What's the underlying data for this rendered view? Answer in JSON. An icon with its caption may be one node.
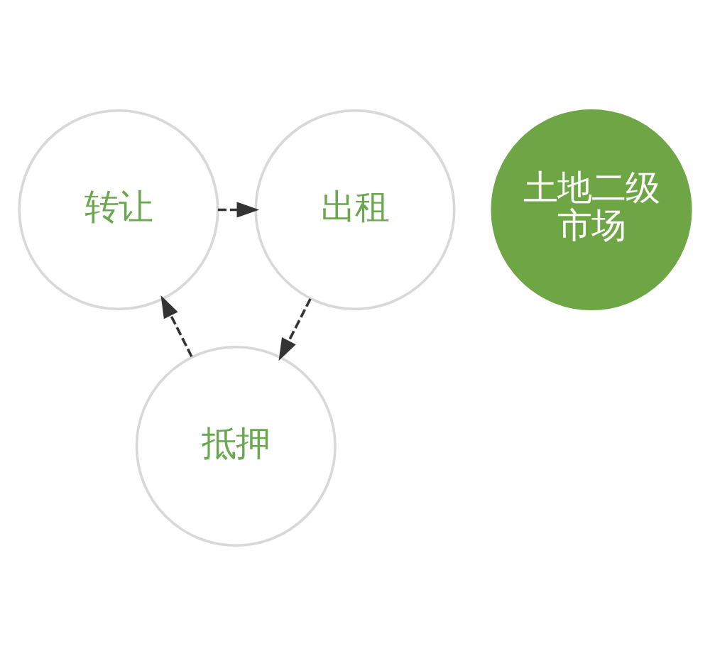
{
  "diagram": {
    "nodes": [
      {
        "text": [
          "转让"
        ]
      },
      {
        "text": [
          "出租"
        ]
      },
      {
        "text": [
          "土地二级市场"
        ]
      },
      {
        "text": [
          "抵押"
        ]
      }
    ],
    "edges": [
      {
        "from": 0,
        "to": 1,
        "arrow": "to",
        "style": "dashed"
      },
      {
        "from": 1,
        "to": 3,
        "arrow": "to",
        "style": "dashed"
      },
      {
        "from": 3,
        "to": 0,
        "arrow": "to",
        "style": "dashed"
      }
    ]
  }
}
